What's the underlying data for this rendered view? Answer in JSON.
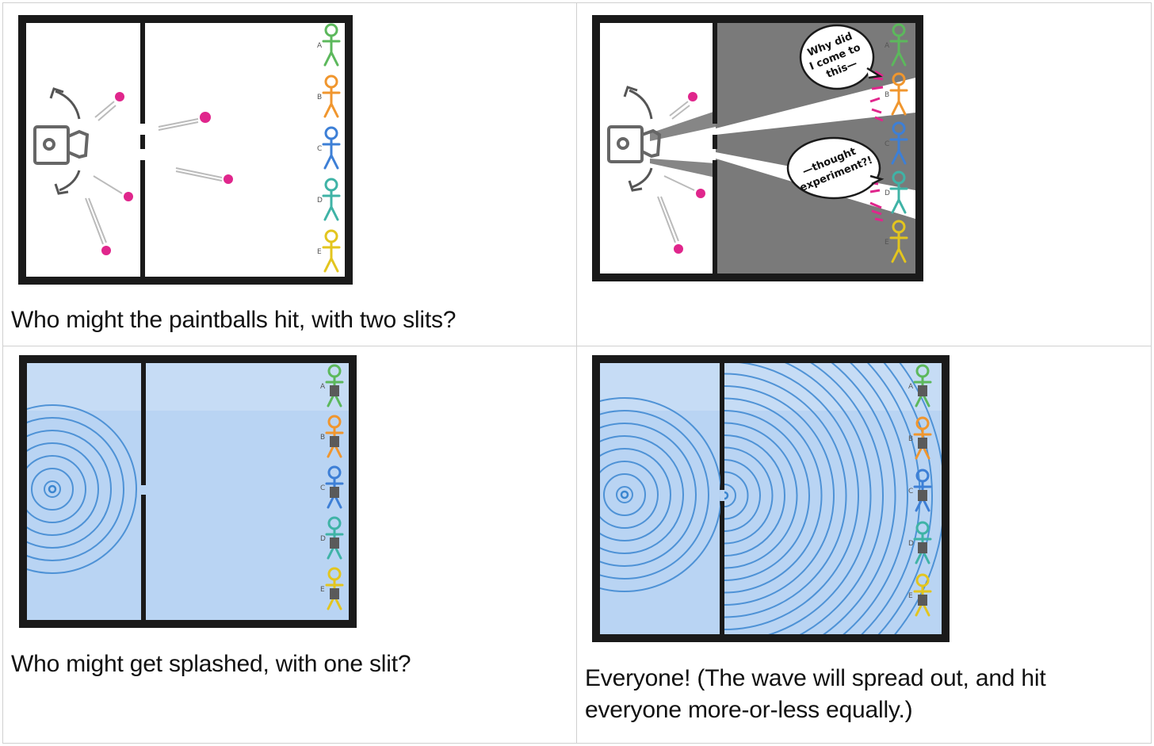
{
  "panels": [
    {
      "id": "paintball-two-slits",
      "caption": "Who might the paintballs hit, with two slits?"
    },
    {
      "id": "paintball-beams",
      "caption": ""
    },
    {
      "id": "wave-one-slit",
      "caption": "Who might get splashed, with one slit?"
    },
    {
      "id": "wave-spread",
      "caption": "Everyone! (The wave will spread out, and hit everyone more-or-less equally.)"
    }
  ],
  "speech_bubbles": {
    "top": [
      "Why did",
      "I come to",
      "this—"
    ],
    "bottom": [
      "—thought",
      "experiment?!"
    ]
  },
  "figure_labels": [
    "A",
    "B",
    "C",
    "D",
    "E"
  ],
  "colors": {
    "frame": "#1a1a1a",
    "paintball": "#e0268c",
    "shadow": "#7a7a7a",
    "water": "#b9d4f3",
    "ripple": "#3b86d0",
    "figures": [
      "#5cb85c",
      "#f0962e",
      "#3d7fd6",
      "#3fb3a6",
      "#e3c51e"
    ]
  }
}
